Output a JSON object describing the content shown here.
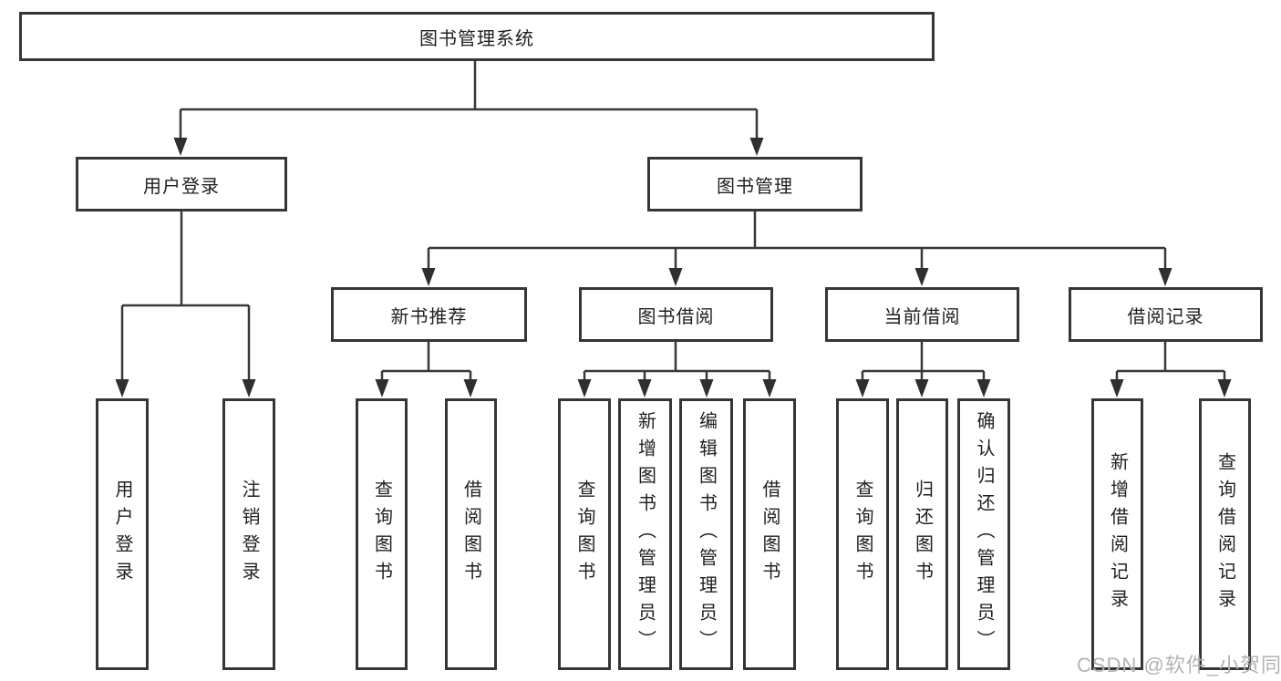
{
  "tree": {
    "root": "图书管理系统",
    "level2": [
      {
        "label": "用户登录",
        "children": [
          "用户登录",
          "注销登录"
        ]
      },
      {
        "label": "图书管理"
      }
    ],
    "level3": [
      {
        "label": "新书推荐",
        "children": [
          "查询图书",
          "借阅图书"
        ]
      },
      {
        "label": "图书借阅",
        "children": [
          "查询图书",
          "新增图书（管理员）",
          "编辑图书（管理员）",
          "借阅图书"
        ]
      },
      {
        "label": "当前借阅",
        "children": [
          "查询图书",
          "归还图书",
          "确认归还（管理员）"
        ]
      },
      {
        "label": "借阅记录",
        "children": [
          "新增借阅记录",
          "查询借阅记录"
        ]
      }
    ]
  },
  "watermark": {
    "text": "CSDN @软件_小贺同学"
  },
  "colors": {
    "line": "#383838",
    "arrow": "#2f2f2f",
    "border": "#363636",
    "text": "#1f1f1f",
    "watermark": "#b3b3b3"
  }
}
